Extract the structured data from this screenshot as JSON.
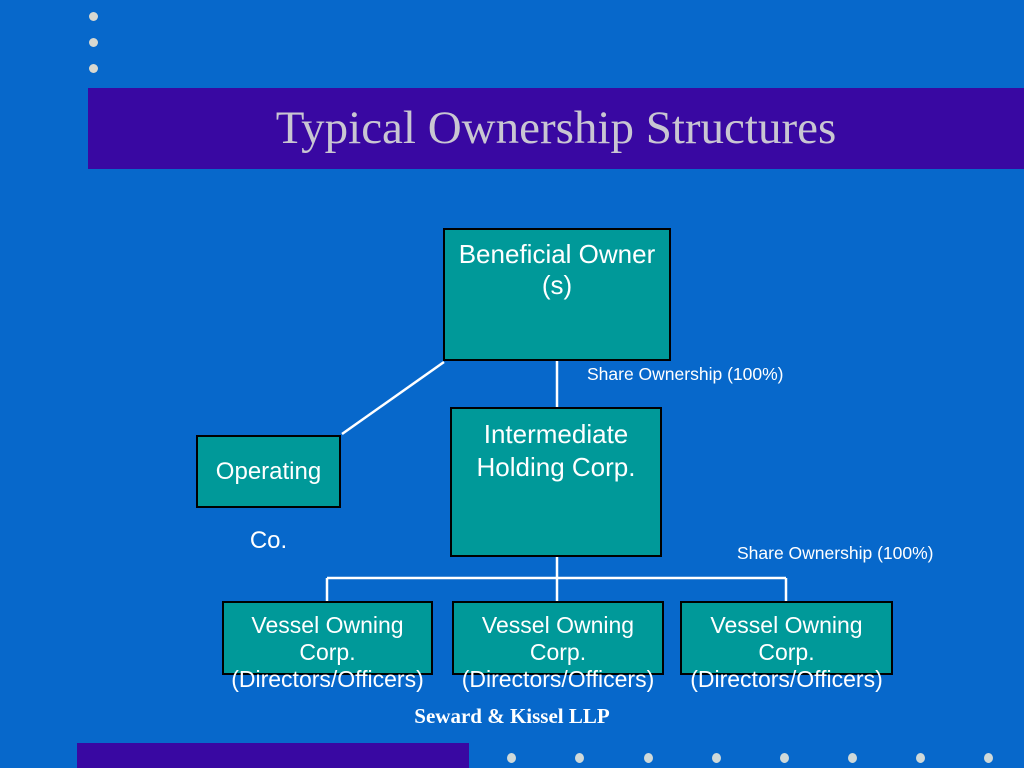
{
  "title": "Typical Ownership Structures",
  "footer": "Seward & Kissel LLP",
  "diagram": {
    "beneficial_owner": {
      "label": "Beneficial Owner (s)"
    },
    "intermediate_holding": {
      "line1": "Intermediate",
      "line2": "Holding Corp."
    },
    "operating_co": {
      "label": "Operating Co."
    },
    "vessel_corps": [
      {
        "line1": "Vessel Owning Corp.",
        "line2": "(Directors/Officers)"
      },
      {
        "line1": "Vessel Owning Corp.",
        "line2": "(Directors/Officers)"
      },
      {
        "line1": "Vessel Owning Corp.",
        "line2": "(Directors/Officers)"
      }
    ],
    "edge_labels": [
      {
        "text": "Share Ownership (100%)"
      },
      {
        "text": "Share Ownership (100%)"
      }
    ]
  },
  "colors": {
    "background": "#0768cb",
    "accent_bar": "#3908a2",
    "node_fill": "#009999",
    "node_border": "#000000",
    "title_text": "#c9c6d2",
    "node_text": "#ffffff",
    "connector": "#ffffff"
  }
}
